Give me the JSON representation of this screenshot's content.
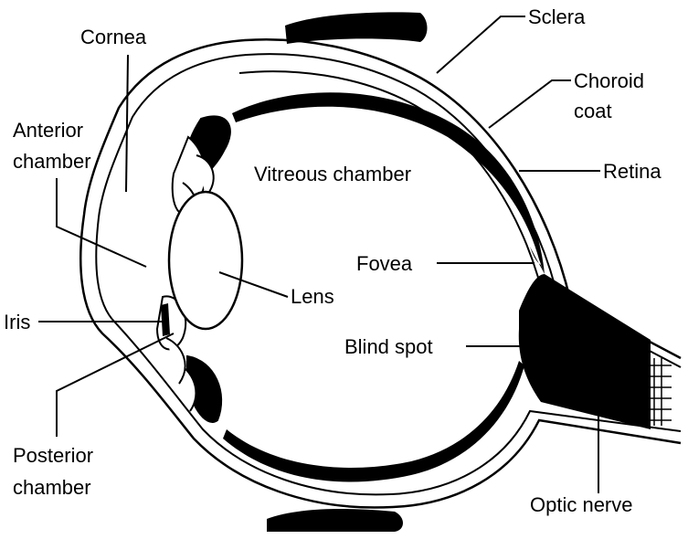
{
  "labels": {
    "sclera": "Sclera",
    "cornea": "Cornea",
    "choroid_line1": "Choroid",
    "choroid_line2": "coat",
    "anterior_line1": "Anterior",
    "anterior_line2": "chamber",
    "vitreous": "Vitreous chamber",
    "retina": "Retina",
    "fovea": "Fovea",
    "lens": "Lens",
    "iris": "Iris",
    "blind_spot": "Blind spot",
    "posterior_line1": "Posterior",
    "posterior_line2": "chamber",
    "optic_nerve": "Optic nerve"
  },
  "colors": {
    "ink": "#000000",
    "paper": "#ffffff"
  }
}
